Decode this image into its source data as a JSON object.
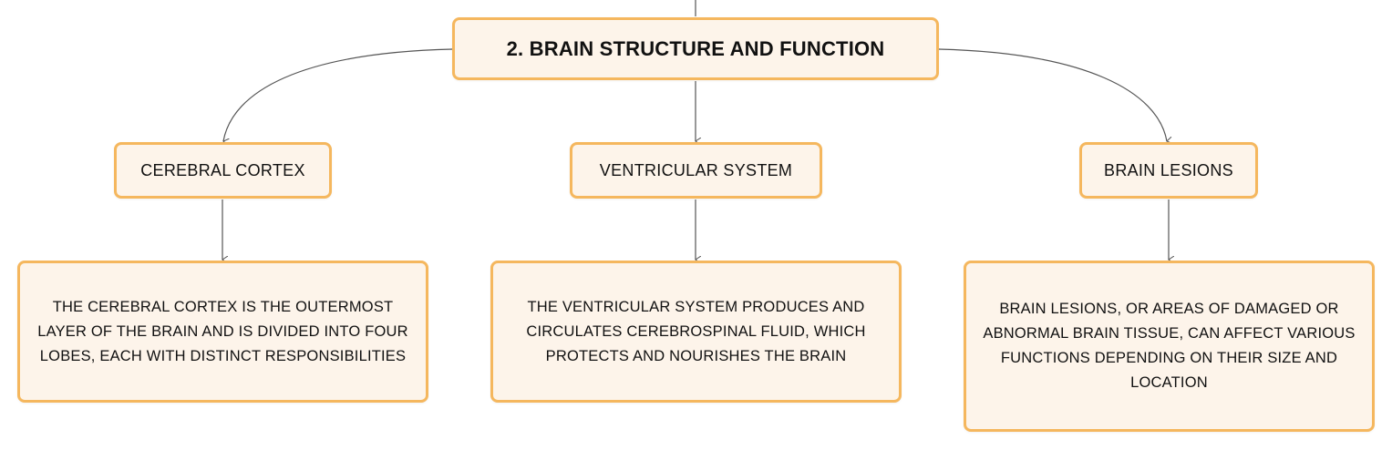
{
  "root": {
    "label": "2. BRAIN STRUCTURE AND FUNCTION"
  },
  "branches": [
    {
      "label": "CEREBRAL CORTEX",
      "detail": "THE CEREBRAL CORTEX IS THE OUTERMOST LAYER OF THE BRAIN AND IS DIVIDED INTO FOUR LOBES, EACH WITH DISTINCT RESPONSIBILITIES"
    },
    {
      "label": "VENTRICULAR SYSTEM",
      "detail": "THE VENTRICULAR SYSTEM PRODUCES AND CIRCULATES CEREBROSPINAL FLUID, WHICH PROTECTS AND NOURISHES THE BRAIN"
    },
    {
      "label": "BRAIN LESIONS",
      "detail": "BRAIN LESIONS, OR AREAS OF DAMAGED OR ABNORMAL BRAIN TISSUE, CAN AFFECT VARIOUS FUNCTIONS DEPENDING ON THEIR SIZE AND LOCATION"
    }
  ],
  "colors": {
    "node_fill": "#fdf4ea",
    "node_border": "#f5b75e",
    "connector": "#555555"
  }
}
